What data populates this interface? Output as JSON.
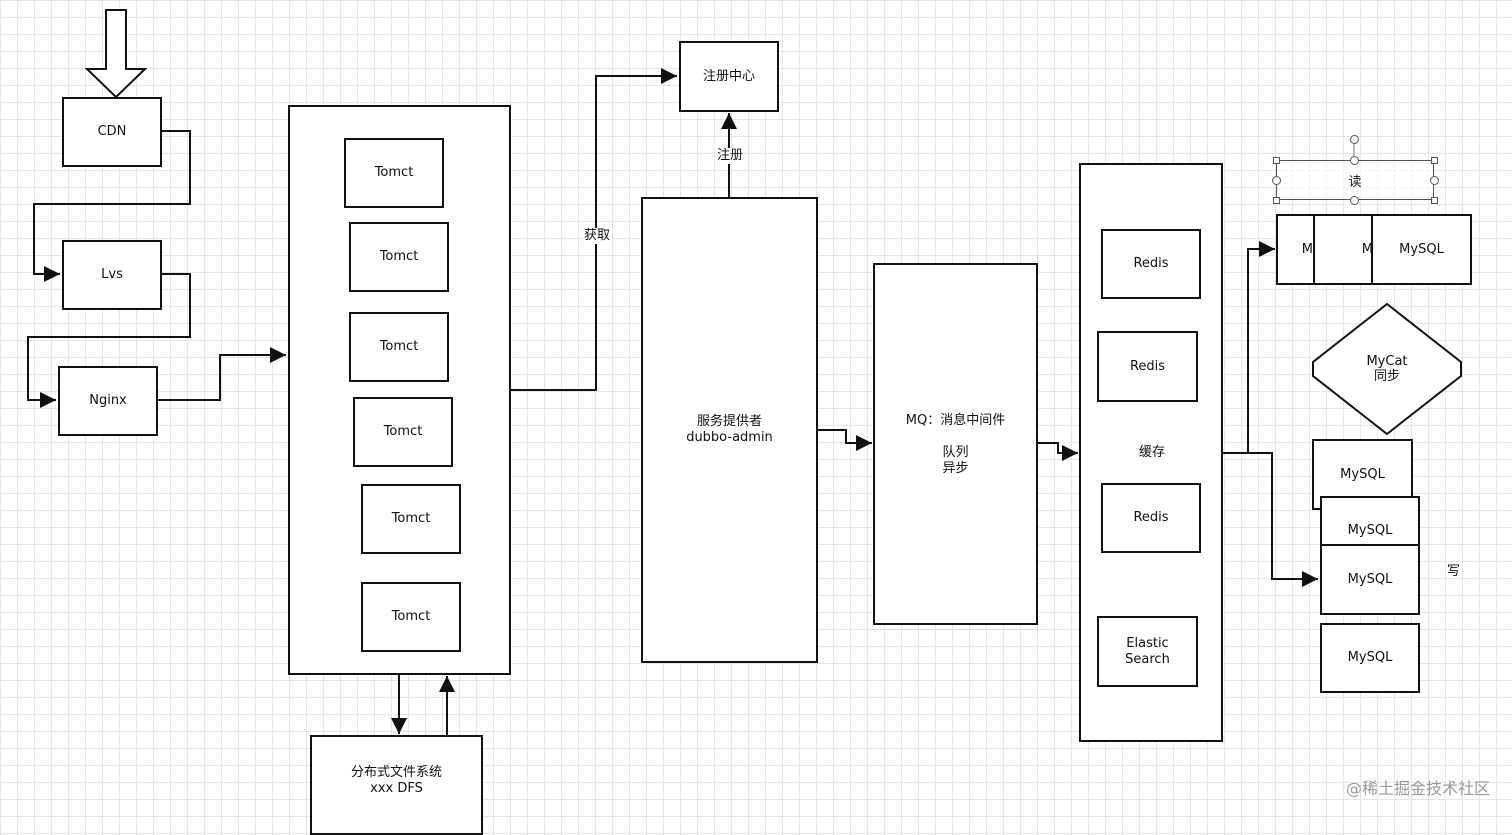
{
  "nodes": {
    "cdn": "CDN",
    "lvs": "Lvs",
    "nginx": "Nginx",
    "tomcat_label": "Tomct",
    "registry": "注册中心",
    "provider_line1": "服务提供者",
    "provider_line2": "dubbo-admin",
    "mq_line1": "MQ：消息中间件",
    "mq_line2": "队列",
    "mq_line3": "异步",
    "redis": "Redis",
    "cache": "缓存",
    "elastic_line1": "Elastic",
    "elastic_line2": "Search",
    "mysql": "MySQL",
    "mysql_short": "M",
    "mycat_line1": "MyCat",
    "mycat_line2": "同步",
    "dfs_line1": "分布式文件系统",
    "dfs_line2": "xxx DFS"
  },
  "edge_labels": {
    "fetch": "获取",
    "register": "注册",
    "read": "读",
    "write": "写"
  },
  "watermark": "@稀土掘金技术社区"
}
